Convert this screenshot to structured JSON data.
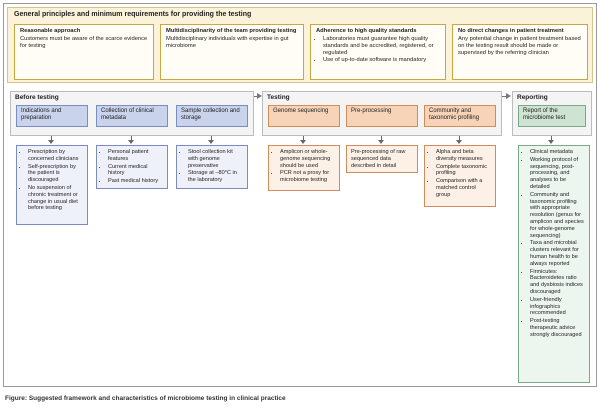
{
  "principles": {
    "title": "General principles and minimum requirements for providing the testing",
    "boxes": [
      {
        "heading": "Reasonable approach",
        "text": "Customers must be aware of the scarce evidence for testing"
      },
      {
        "heading": "Multidisciplinarity of the team providing testing",
        "text": "Multidisciplinary individuals with expertise in gut microbiome"
      },
      {
        "heading": "Adherence to high quality standards",
        "items": [
          "Laboratories must guarantee high quality standards and be accredited, registered, or regulated",
          "Use of up-to-date software is mandatory"
        ]
      },
      {
        "heading": "No direct changes in patient treatment",
        "text": "Any potential change in patient treatment based on the testing result should be made or supervised by the referring clinician"
      }
    ]
  },
  "stages": {
    "before": {
      "title": "Before testing",
      "steps": [
        {
          "label": "Indications and preparation",
          "items": [
            "Prescription by concerned clinicians",
            "Self-prescription by the patient is discouraged",
            "No suspension of chronic treatment or change in usual diet before testing"
          ]
        },
        {
          "label": "Collection of clinical metadata",
          "items": [
            "Personal patient features",
            "Current medical history",
            "Past medical history"
          ]
        },
        {
          "label": "Sample collection and storage",
          "items": [
            "Stool collection kit with genome preservative",
            "Storage at –80°C in the laboratory"
          ]
        }
      ]
    },
    "testing": {
      "title": "Testing",
      "steps": [
        {
          "label": "Genome sequencing",
          "items": [
            "Amplicon or whole-genome sequencing should be used",
            "PCR not a proxy for microbiome testing"
          ]
        },
        {
          "label": "Pre-processing",
          "text": "Pre-processing of raw sequenced data described in detail"
        },
        {
          "label": "Community and taxonomic profiling",
          "items": [
            "Alpha and beta diversity measures",
            "Complete taxonomic profiling",
            "Comparison with a matched control group"
          ]
        }
      ]
    },
    "reporting": {
      "title": "Reporting",
      "steps": [
        {
          "label": "Report of the microbiome test",
          "items": [
            "Clinical metadata",
            "Working protocol of sequencing, post-processing, and analyses to be detailed",
            "Community and taxonomic profiling with appropriate resolution (genus for amplicon and species for whole-genome sequencing)",
            "Taxa and microbial clusters relevant for human health to be always reported",
            "Firmicutes: Bacteroidetes ratio and dysbiosis indices discouraged",
            "User-friendly infographics recommended",
            "Post-testing therapeutic advice strongly discouraged"
          ]
        }
      ]
    }
  },
  "caption": "Figure: Suggested framework and characteristics of microbiome testing in clinical practice"
}
